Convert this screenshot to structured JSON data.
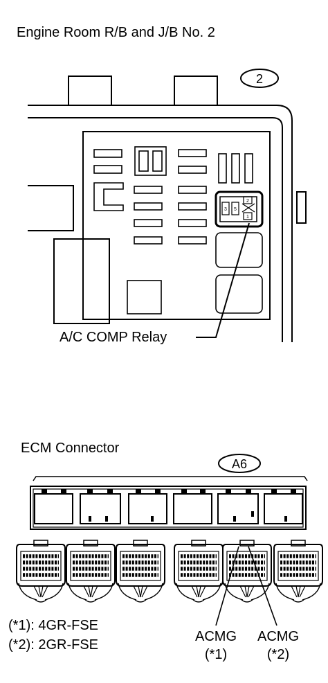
{
  "relay_block": {
    "title": "Engine Room R/B and J/B No. 2",
    "badge": "2",
    "relay_label": "A/C COMP Relay",
    "relay_pins": [
      "3",
      "5",
      "2",
      "1"
    ]
  },
  "ecm_block": {
    "title": "ECM Connector",
    "badge": "A6",
    "notes": [
      "(*1): 4GR-FSE",
      "(*2): 2GR-FSE"
    ],
    "pins": [
      {
        "name": "ACMG",
        "variant": "(*1)"
      },
      {
        "name": "ACMG",
        "variant": "(*2)"
      }
    ]
  }
}
